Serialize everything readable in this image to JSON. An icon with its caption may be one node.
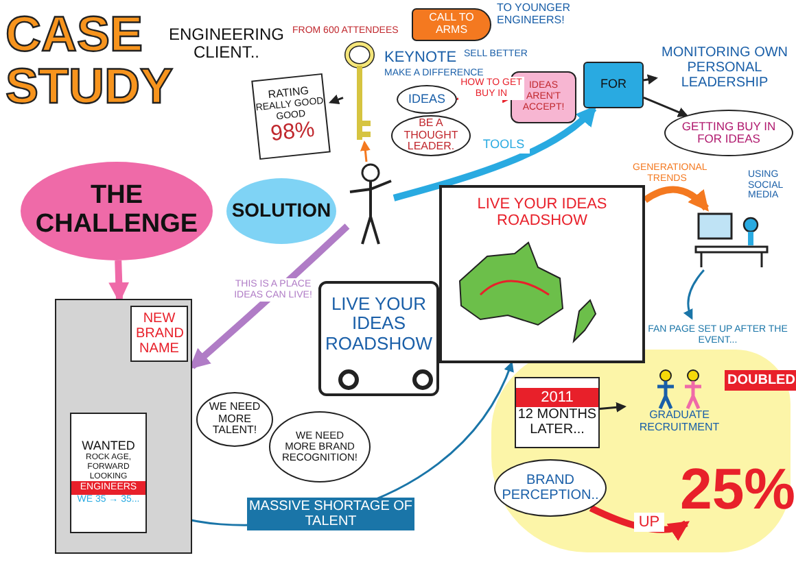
{
  "diagram": {
    "title": "CASE STUDY",
    "nodes": [
      {
        "text": [
          "ENGINEERING CLIENT.."
        ]
      },
      {
        "text": [
          "RATING",
          "REALLY GOOD",
          "GOOD",
          "98%"
        ]
      },
      {
        "text": [],
        "shape": "picture"
      },
      {
        "text": [
          "CALL TO ARMS"
        ],
        "beside": [
          "TO YOUNGER ENGINEERS!"
        ]
      },
      {
        "text": [
          "IDEAS"
        ]
      },
      {
        "text": [
          "IDEAS AREN'T ACCEPT!"
        ]
      },
      {
        "text": [
          "BE A THOUGHT LEADER."
        ]
      },
      {
        "text": [
          "THE CHALLENGE"
        ]
      },
      {
        "text": [
          "SOLUTION"
        ]
      },
      {
        "text": [],
        "shape": "person"
      },
      {
        "text": [
          "NEW BRAND NAME"
        ]
      },
      {
        "text": [
          "WANTED",
          "ROCK AGE, FORWARD LOOKING",
          "ENGINEERS",
          "WE 35 → 35..."
        ],
        "in": 10
      },
      {
        "text": [
          "WE NEED MORE TALENT!"
        ]
      },
      {
        "text": [
          "WE NEED MORE BRAND RECOGNITION!"
        ]
      },
      {
        "text": [
          "LIVE YOUR IDEAS ROADSHOW"
        ]
      },
      {
        "text": [
          "LIVE YOUR IDEAS ROADSHOW"
        ]
      },
      {
        "text": [
          "FOR"
        ]
      },
      {
        "text": [
          "MONITORING OWN PERSONAL LEADERSHIP"
        ]
      },
      {
        "text": [
          "GETTING BUY IN FOR IDEAS"
        ]
      },
      {
        "text": [],
        "shape": "picture",
        "beside": [
          "USING SOCIAL MEDIA"
        ]
      },
      {
        "text": [
          "2011",
          "12 MONTHS LATER..."
        ]
      },
      {
        "text": [
          "GRADUATE RECRUITMENT"
        ],
        "beside": [
          "DOUBLED!"
        ]
      },
      {
        "text": [
          "BRAND PERCEPTION.."
        ]
      },
      {
        "text": [
          "25%"
        ]
      }
    ],
    "edges": [
      {
        "from": 2,
        "to": 1,
        "arrow": "to"
      },
      {
        "from": 4,
        "to": 5,
        "arrow": "to",
        "label": "HOW TO GET BUY IN",
        "color": "#e8202a"
      },
      {
        "from": 7,
        "to": 10,
        "arrow": "to",
        "color": "#ef6aa8",
        "style": "thick"
      },
      {
        "from": 9,
        "to": 10,
        "arrow": "to",
        "label": "THIS IS A PLACE IDEAS CAN LIVE!",
        "color": "#b07cc6",
        "style": "thick"
      },
      {
        "from": 9,
        "to": 2,
        "arrow": "to",
        "color": "#f47920"
      },
      {
        "from": 9,
        "to": 16,
        "arrow": "to",
        "label": "TOOLS",
        "color": "#29aae1",
        "style": "thick"
      },
      {
        "from": 11,
        "to": 15,
        "arrow": "to",
        "label": "MASSIVE SHORTAGE OF TALENT",
        "color": "#1a75a8"
      },
      {
        "from": 15,
        "to": 19,
        "arrow": "to",
        "label": "GENERATIONAL TRENDS",
        "color": "#f47920",
        "style": "thick"
      },
      {
        "from": 16,
        "to": 17,
        "arrow": "to"
      },
      {
        "from": 16,
        "to": 18,
        "arrow": "to"
      },
      {
        "from": 20,
        "to": 21,
        "arrow": "to"
      },
      {
        "from": 22,
        "to": 23,
        "arrow": "to",
        "label": "UP",
        "color": "#e8202a",
        "style": "thick"
      },
      {
        "from": 19,
        "to": null,
        "arrow": "to",
        "label": "FAN PAGE SET UP AFTER THE EVENT...",
        "color": "#1a75a8"
      }
    ],
    "labels": [
      "FROM 600 ATTENDEES",
      "KEYNOTE",
      "MAKE A DIFFERENCE",
      "SELL BETTER"
    ]
  }
}
